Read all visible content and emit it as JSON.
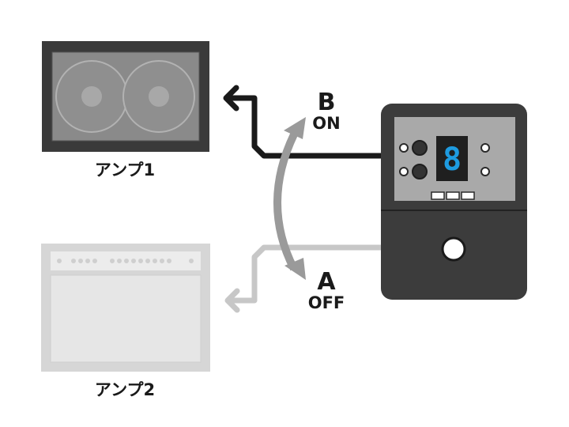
{
  "amp1": {
    "label": "アンプ1"
  },
  "amp2": {
    "label": "アンプ2"
  },
  "state_b": {
    "letter": "B",
    "word": "ON"
  },
  "state_a": {
    "letter": "A",
    "word": "OFF"
  },
  "pedal": {
    "display_digit": "8"
  },
  "colors": {
    "active_cable": "#1a1a1a",
    "inactive_cable": "#c7c7c7",
    "switch_arrow": "#9a9a9a",
    "display_led": "#1e9be0",
    "amp1_body": "#3a3a3a",
    "amp2_body": "#d6d6d6",
    "pedal_body": "#3c3c3c"
  }
}
